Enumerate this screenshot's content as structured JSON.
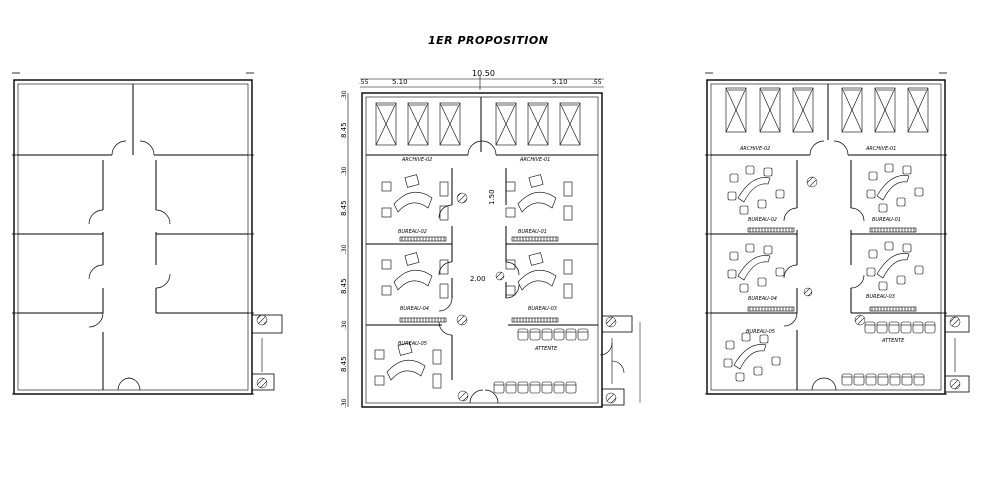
{
  "title": "1ER PROPOSITION",
  "dimensions": {
    "overall_width": "10.50",
    "left_span": "5.10",
    "right_span": "5.10",
    "wall_left": ".55",
    "wall_right": ".55",
    "corridor_width": "1.50",
    "corridor_opening": "2.00",
    "row_heights": [
      "8.45",
      "8.45",
      "8.45",
      "8.45"
    ],
    "wall_offsets": [
      ".30",
      ".30",
      ".30",
      ".30",
      ".30"
    ]
  },
  "plan_middle": {
    "room_labels": [
      "ARCHIVE-02",
      "ARCHIVE-01",
      "BUREAU-02",
      "BUREAU-01",
      "BUREAU-04",
      "BUREAU-03",
      "BUREAU-05",
      "ATTENTE"
    ]
  },
  "plan_right": {
    "room_labels": [
      "ARCHIVE-02",
      "ARCHIVE-01",
      "BUREAU-02",
      "BUREAU-01",
      "BUREAU-04",
      "BUREAU-03",
      "BUREAU-05",
      "ATTENTE"
    ]
  }
}
